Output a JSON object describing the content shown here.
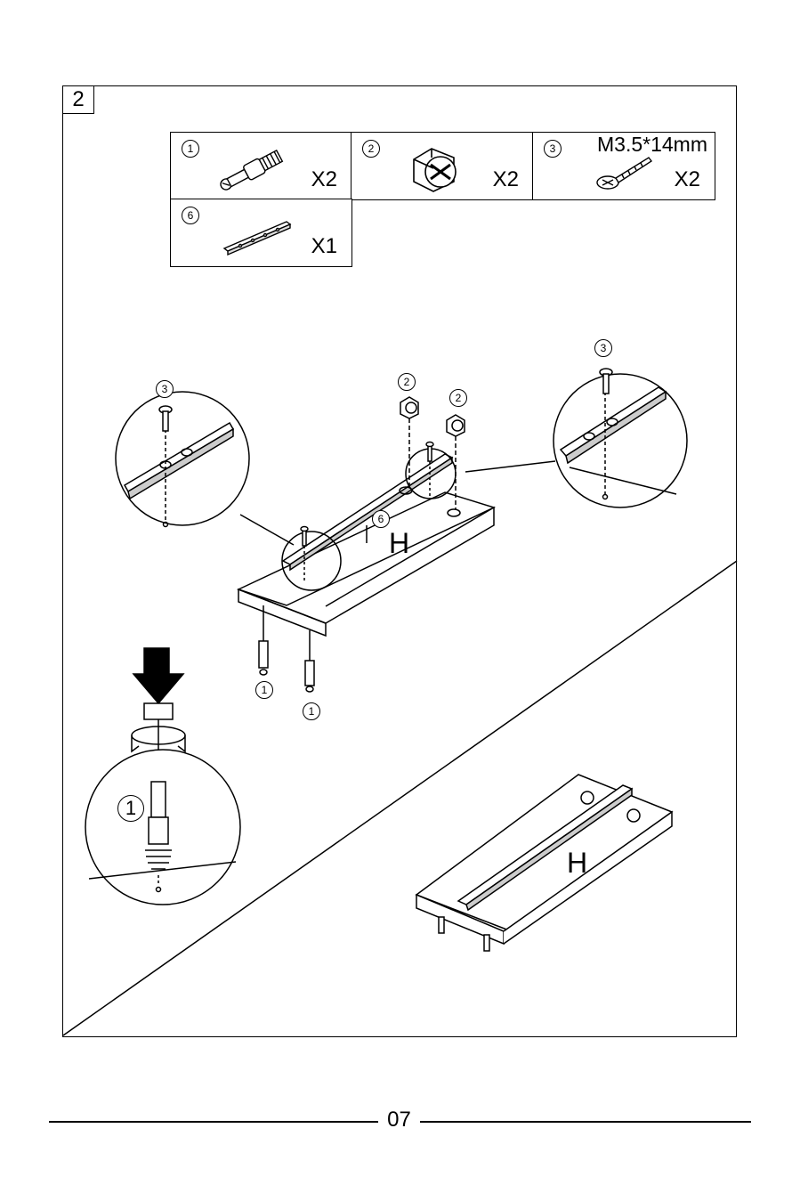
{
  "step": {
    "number": "2"
  },
  "parts": [
    {
      "id": "1",
      "name_icon": "cam-bolt-icon",
      "quantity": "X2"
    },
    {
      "id": "2",
      "name_icon": "cam-lock-icon",
      "quantity": "X2"
    },
    {
      "id": "3",
      "name_icon": "screw-icon",
      "quantity": "X2",
      "spec": "M3.5*14mm"
    },
    {
      "id": "6",
      "name_icon": "metal-rail-icon",
      "quantity": "X1"
    }
  ],
  "callouts": {
    "screw_left": "3",
    "screw_right": "3",
    "cam_lock_a": "2",
    "cam_lock_b": "2",
    "rail": "6",
    "bolt_a": "1",
    "bolt_b": "1",
    "bolt_detail": "1"
  },
  "panel_label": "H",
  "panel_label_result": "H",
  "footer": {
    "page_number": "07"
  }
}
